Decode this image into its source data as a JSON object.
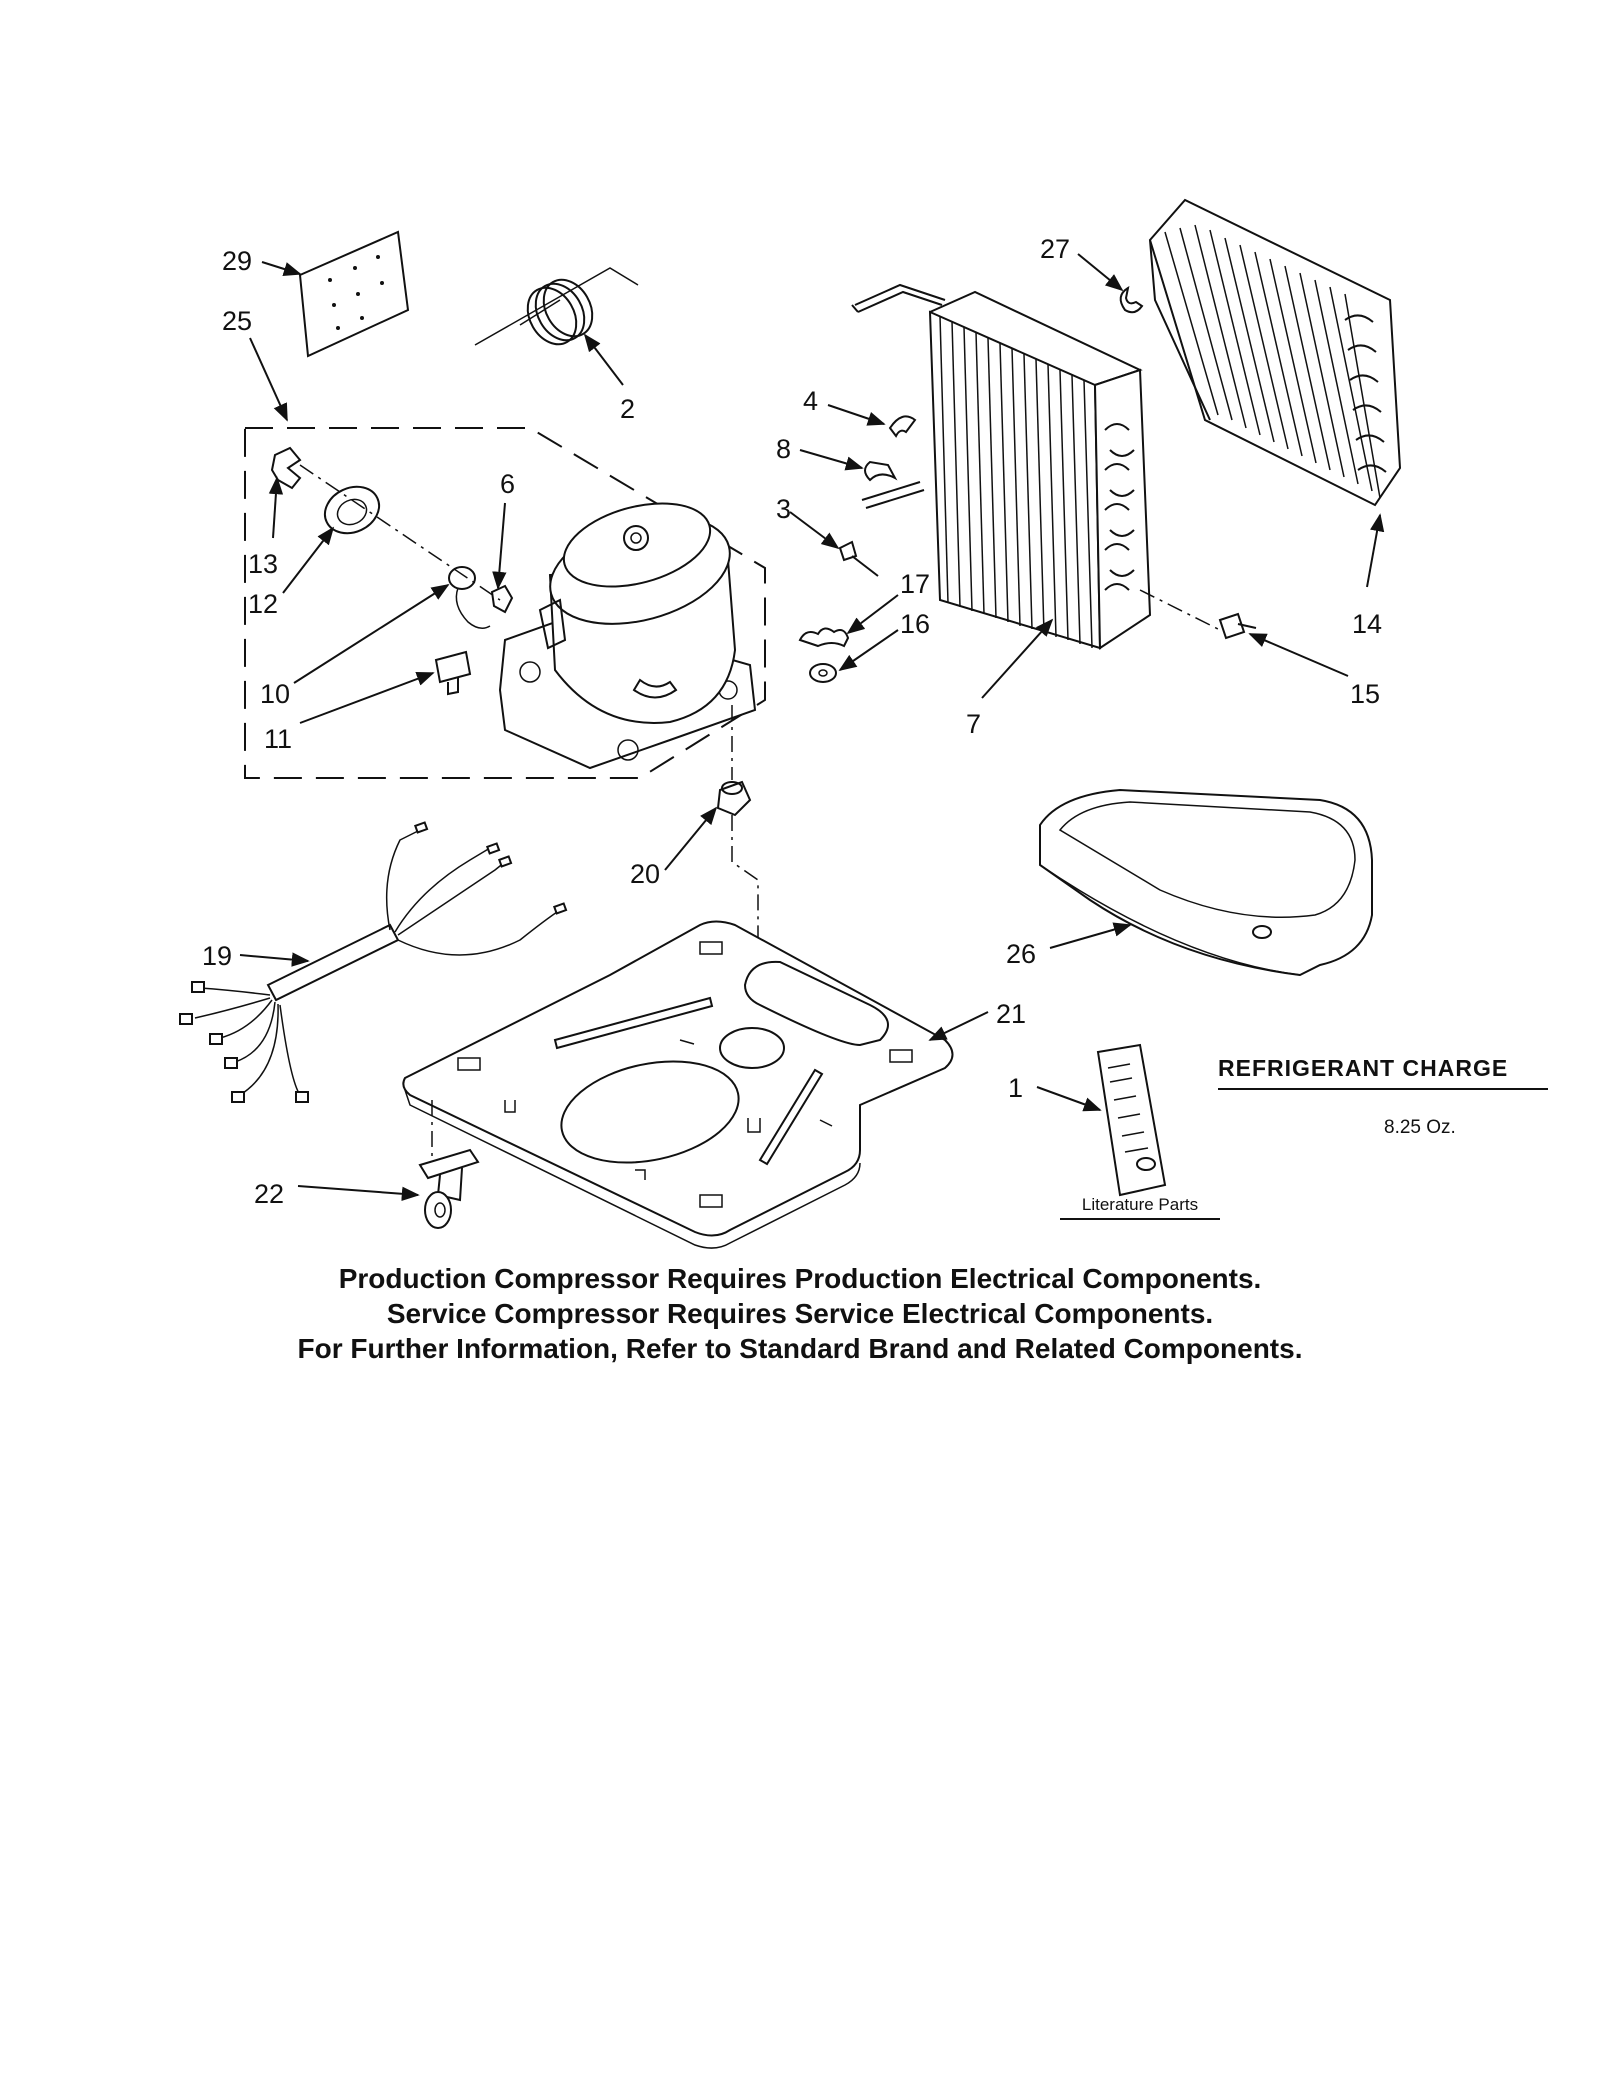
{
  "callouts": [
    "29",
    "25",
    "2",
    "27",
    "4",
    "8",
    "3",
    "6",
    "13",
    "12",
    "10",
    "11",
    "17",
    "16",
    "7",
    "14",
    "15",
    "20",
    "26",
    "19",
    "21",
    "1",
    "22"
  ],
  "refrigerant": {
    "title": "REFRIGERANT CHARGE",
    "value": "8.25 Oz."
  },
  "literature_label": "Literature Parts",
  "notes": [
    "Production Compressor Requires Production Electrical Components.",
    "Service Compressor Requires Service Electrical Components.",
    "For Further Information, Refer to Standard Brand and Related Components."
  ]
}
